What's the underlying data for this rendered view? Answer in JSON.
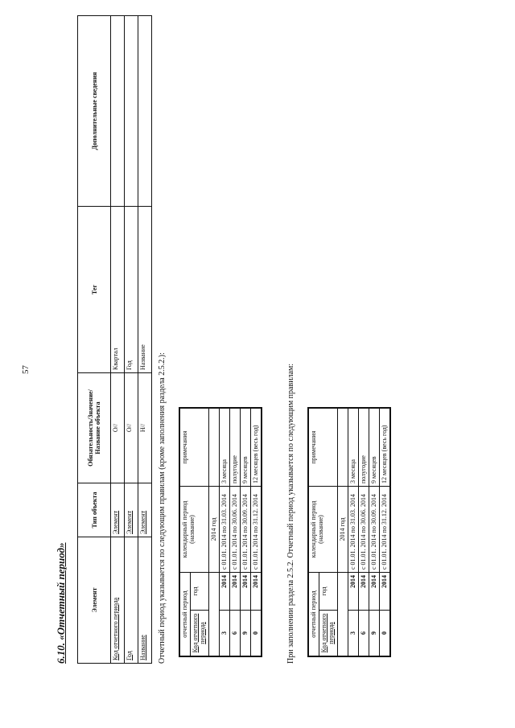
{
  "page_number": "57",
  "heading": "6.10. «Отчетный период»",
  "element_table": {
    "headers": [
      "Элемент",
      "Тип объекта",
      "Обязательность/Значение/Название объекта",
      "Тег",
      "Дополнительные сведения"
    ],
    "rows": [
      [
        "Код отчетного периода",
        "Элемент",
        "О//",
        "Квартал",
        ""
      ],
      [
        "Год",
        "Элемент",
        "О//",
        "Год",
        ""
      ],
      [
        "Название",
        "Элемент",
        "Н//",
        "Название",
        ""
      ]
    ]
  },
  "paragraph1": "Отчетный период указывается по следующим правилам (кроме заполнения раздела 2.5.2.):",
  "paragraph2": "При заполнении раздела 2.5.2. Отчетный период указывается по следующим правилам:",
  "period_table": {
    "group_header": "отчетный период",
    "col_code": "Код отчетного периода",
    "col_year": "год",
    "col_calendar": "календарный период (название)",
    "col_notes": "примечания",
    "year_label": "2014 год"
  },
  "table2_rows": [
    {
      "code": "3",
      "year": "2014",
      "period": "с 01.01. 2014 по 31.03. 2014",
      "note": "3 месяца"
    },
    {
      "code": "6",
      "year": "2014",
      "period": "с 01.01. 2014 по 30.06. 2014",
      "note": "полугодие"
    },
    {
      "code": "9",
      "year": "2014",
      "period": "с 01.01. 2014 по 30.09. 2014",
      "note": "9 месяцев"
    },
    {
      "code": "0",
      "year": "2014",
      "period": "с 01.01. 2014 по 31.12. 2014",
      "note": "12 месяцев (весь год)"
    }
  ],
  "table3_rows": [
    {
      "code": "3",
      "year": "2014",
      "period": "с 01.01. 2014 по 31.03. 2014",
      "note": "3 месяца"
    },
    {
      "code": "6",
      "year": "2014",
      "period": "с 01.01. 2014 по 30.06. 2014",
      "note": "полугодие"
    },
    {
      "code": "9",
      "year": "2014",
      "period": "с 01.01. 2014 по 30.09. 2014",
      "note": "9 месяцев"
    },
    {
      "code": "0",
      "year": "2014",
      "period": "с 01.01. 2014 по 31.12. 2014",
      "note": "12 месяцев (весь год)"
    }
  ]
}
